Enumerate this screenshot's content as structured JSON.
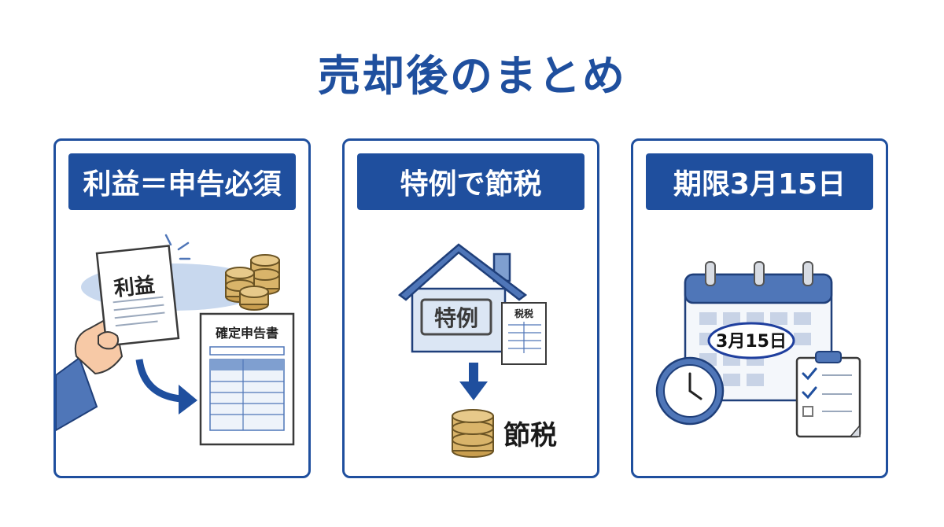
{
  "title": "売却後のまとめ",
  "colors": {
    "primary": "#1f4f9e",
    "light_blue": "#c8d8ee",
    "coin": "#d9b46a",
    "skin": "#f7c9a6"
  },
  "panels": [
    {
      "heading": "利益＝申告必須",
      "labels": {
        "profit": "利益",
        "return_form": "確定申告書"
      },
      "icons": [
        "document-icon",
        "hand-icon",
        "coin-stack-icon",
        "curved-arrow-icon",
        "tax-return-form-icon"
      ]
    },
    {
      "heading": "特例で節税",
      "labels": {
        "special_case": "特例",
        "tax": "税税",
        "savings": "節税"
      },
      "icons": [
        "house-icon",
        "tax-sheet-icon",
        "down-arrow-icon",
        "coin-stack-icon"
      ]
    },
    {
      "heading": "期限3月15日",
      "labels": {
        "deadline": "3月15日"
      },
      "icons": [
        "calendar-icon",
        "clock-icon",
        "clipboard-checklist-icon"
      ]
    }
  ]
}
